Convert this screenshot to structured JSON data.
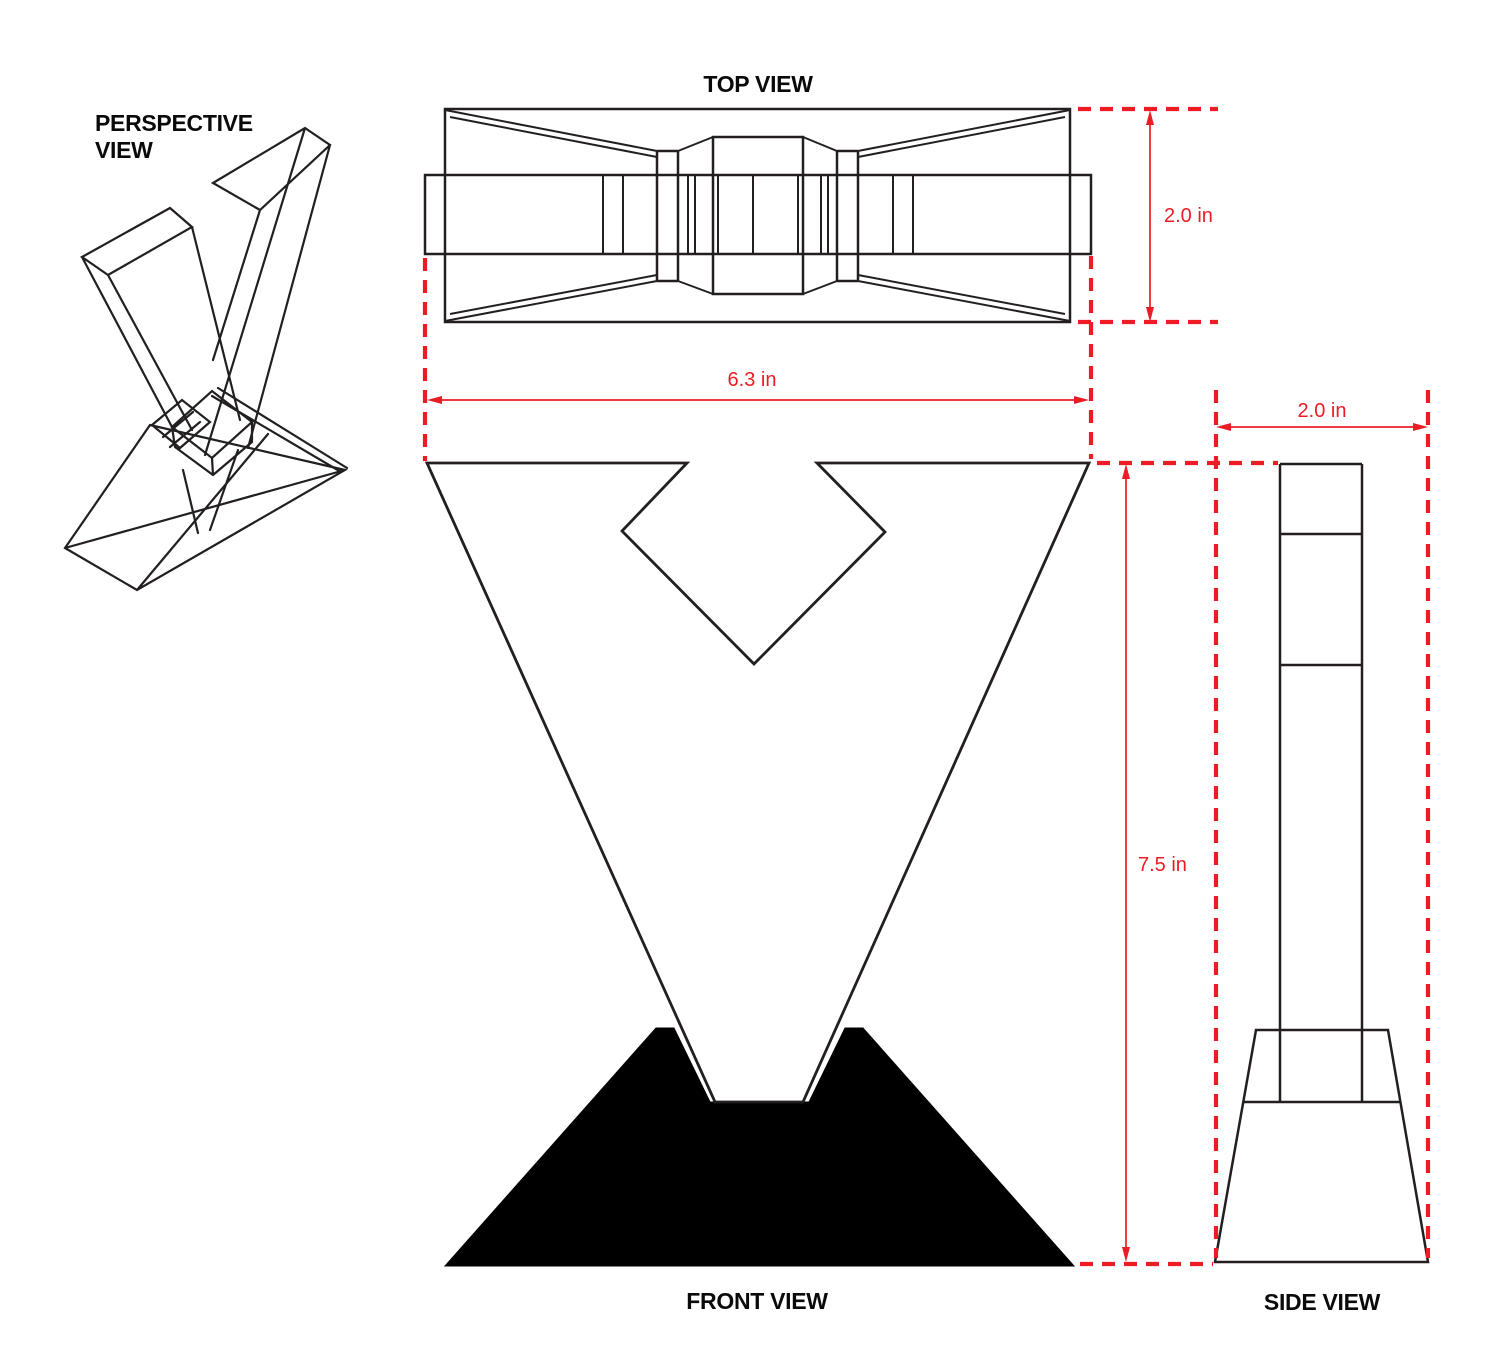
{
  "labels": {
    "perspective": "PERSPECTIVE\nVIEW",
    "top": "TOP VIEW",
    "front": "FRONT VIEW",
    "side": "SIDE VIEW"
  },
  "dimensions": {
    "top_view_depth": "2.0 in",
    "front_view_width": "6.3 in",
    "front_view_height": "7.5 in",
    "side_view_width": "2.0 in"
  },
  "colors": {
    "dimension_red": "#ed1c24",
    "line_black": "#231f20",
    "fill_black": "#000000",
    "paper_white": "#ffffff"
  }
}
